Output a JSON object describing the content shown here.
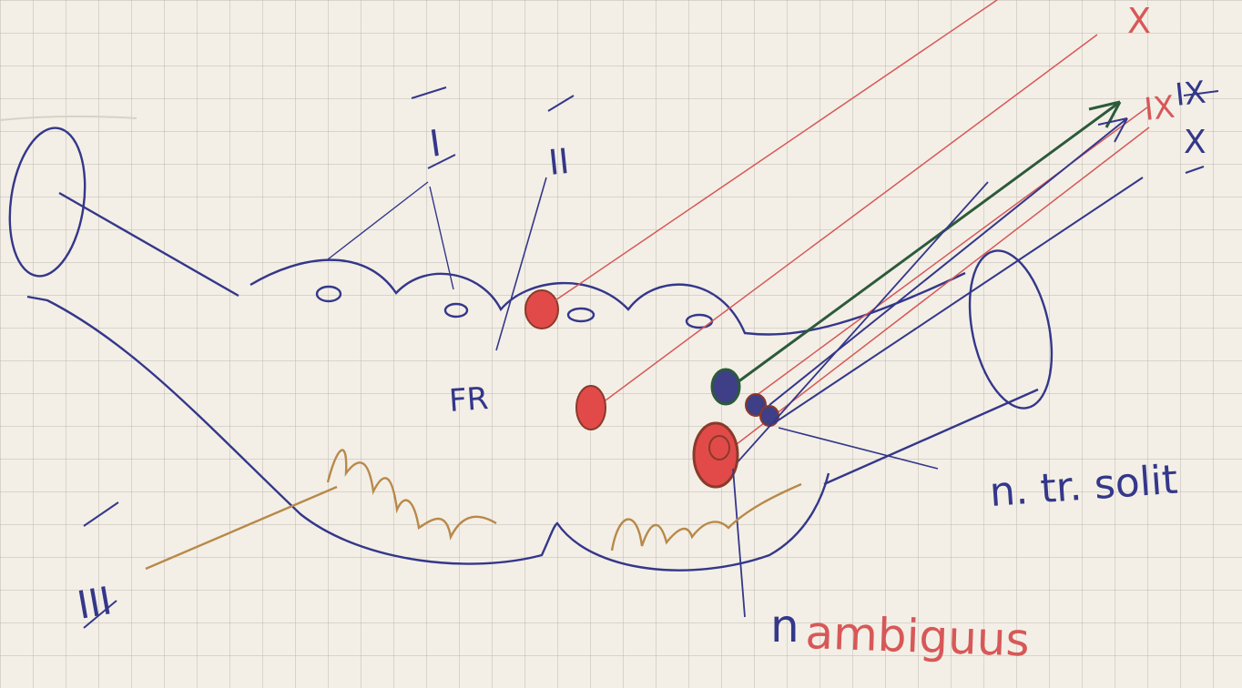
{
  "labels": {
    "roman_I": "I",
    "roman_II": "II",
    "roman_III": "III",
    "fr": "FR",
    "x_top": "X",
    "ix_top": "IX",
    "ix": "IX",
    "x": "X",
    "n_tr_solit": "n. tr. solit",
    "n_prefix": "n",
    "ambiguus": "ambiguus"
  },
  "colors": {
    "paper": "#f3efe6",
    "grid": "#b9b6b0",
    "blue_ink": "#34378a",
    "red_ink": "#cf3f3f",
    "brown_ink": "#b8894a",
    "green_ink": "#2c5a3b",
    "fill_red": "#e24a4a",
    "fill_blue": "#3e3f86"
  }
}
